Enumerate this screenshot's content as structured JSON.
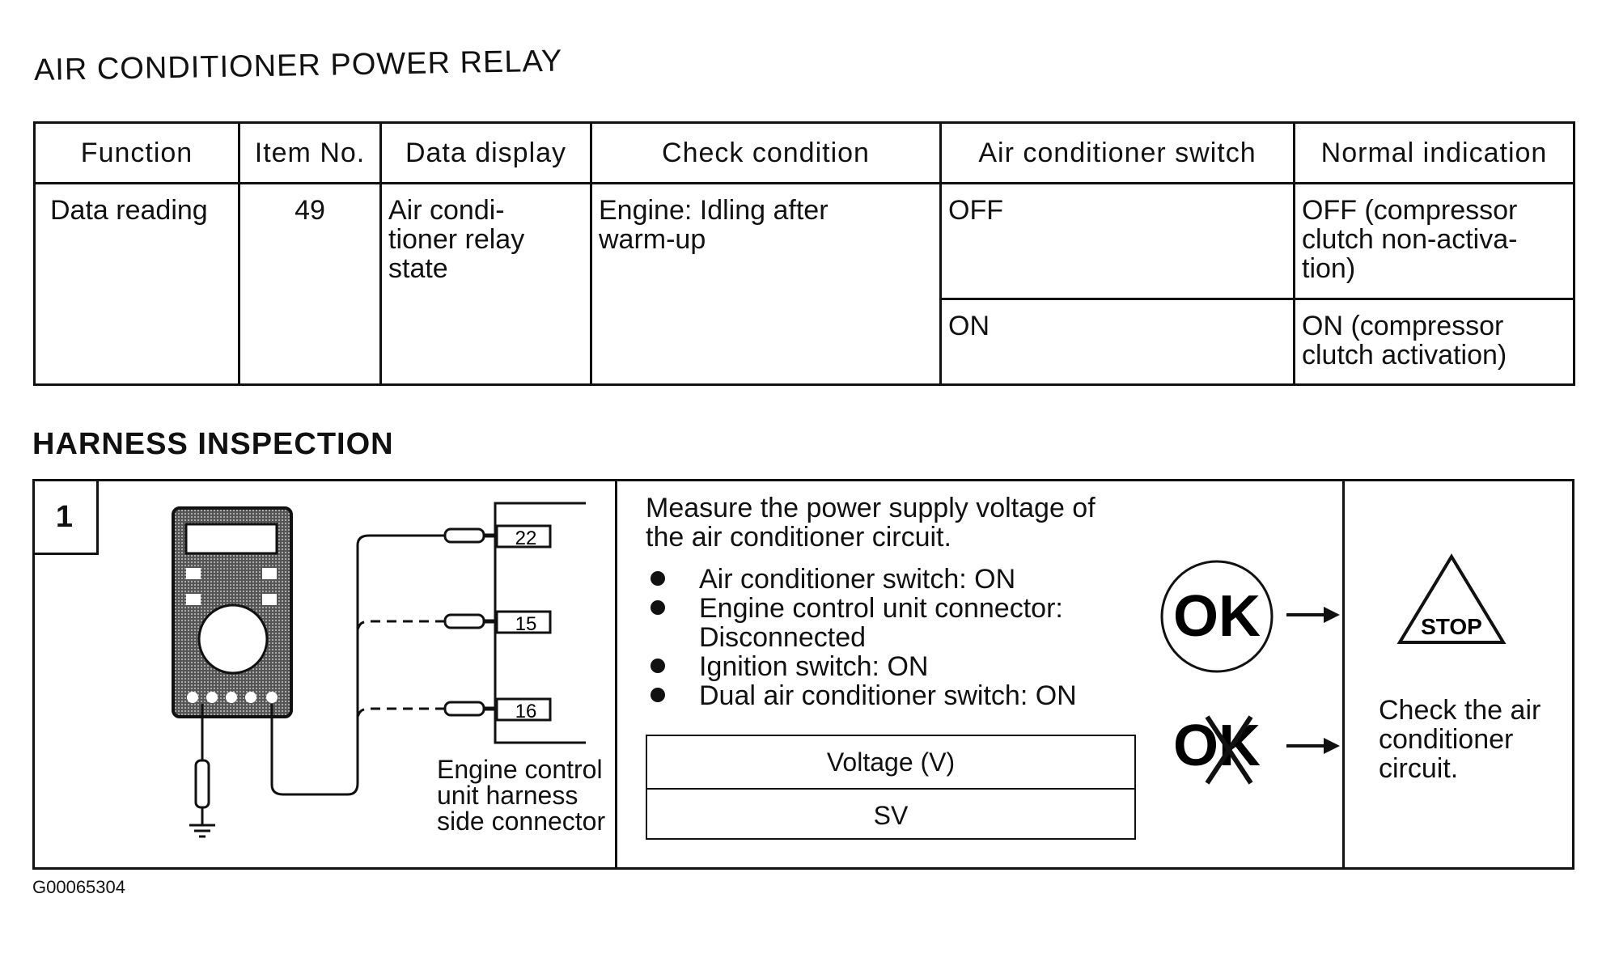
{
  "relay_title": "AIR CONDITIONER POWER RELAY",
  "table": {
    "headers": [
      "Function",
      "Item No.",
      "Data display",
      "Check condition",
      "Air conditioner switch",
      "Normal indication"
    ],
    "function": "Data reading",
    "item_no": "49",
    "data_display": [
      "Air condi-",
      "tioner relay",
      "state"
    ],
    "check_condition": [
      "Engine: Idling after",
      "warm-up"
    ],
    "rows": [
      {
        "switch": "OFF",
        "indication": [
          "OFF (compressor",
          "clutch non-activa-",
          "tion)"
        ]
      },
      {
        "switch": "ON",
        "indication": [
          "ON (compressor",
          "clutch activation)"
        ]
      }
    ]
  },
  "harness_title": "HARNESS INSPECTION",
  "step_number": "1",
  "pins": [
    "22",
    "15",
    "16"
  ],
  "connector_label": [
    "Engine control",
    "unit harness",
    "side connector"
  ],
  "instruction": [
    "Measure the power supply voltage of",
    "the air conditioner circuit."
  ],
  "conditions": [
    [
      "Air conditioner switch: ON"
    ],
    [
      "Engine control unit connector:",
      "Disconnected"
    ],
    [
      "Ignition switch: ON"
    ],
    [
      "Dual air conditioner switch: ON"
    ]
  ],
  "voltage_table": {
    "header": "Voltage (V)",
    "value": "SV"
  },
  "ok_label": "OK",
  "ng_label": "OK",
  "stop_label": "STOP",
  "ng_action": [
    "Check the air",
    "conditioner",
    "circuit."
  ],
  "figure_id": "G00065304"
}
